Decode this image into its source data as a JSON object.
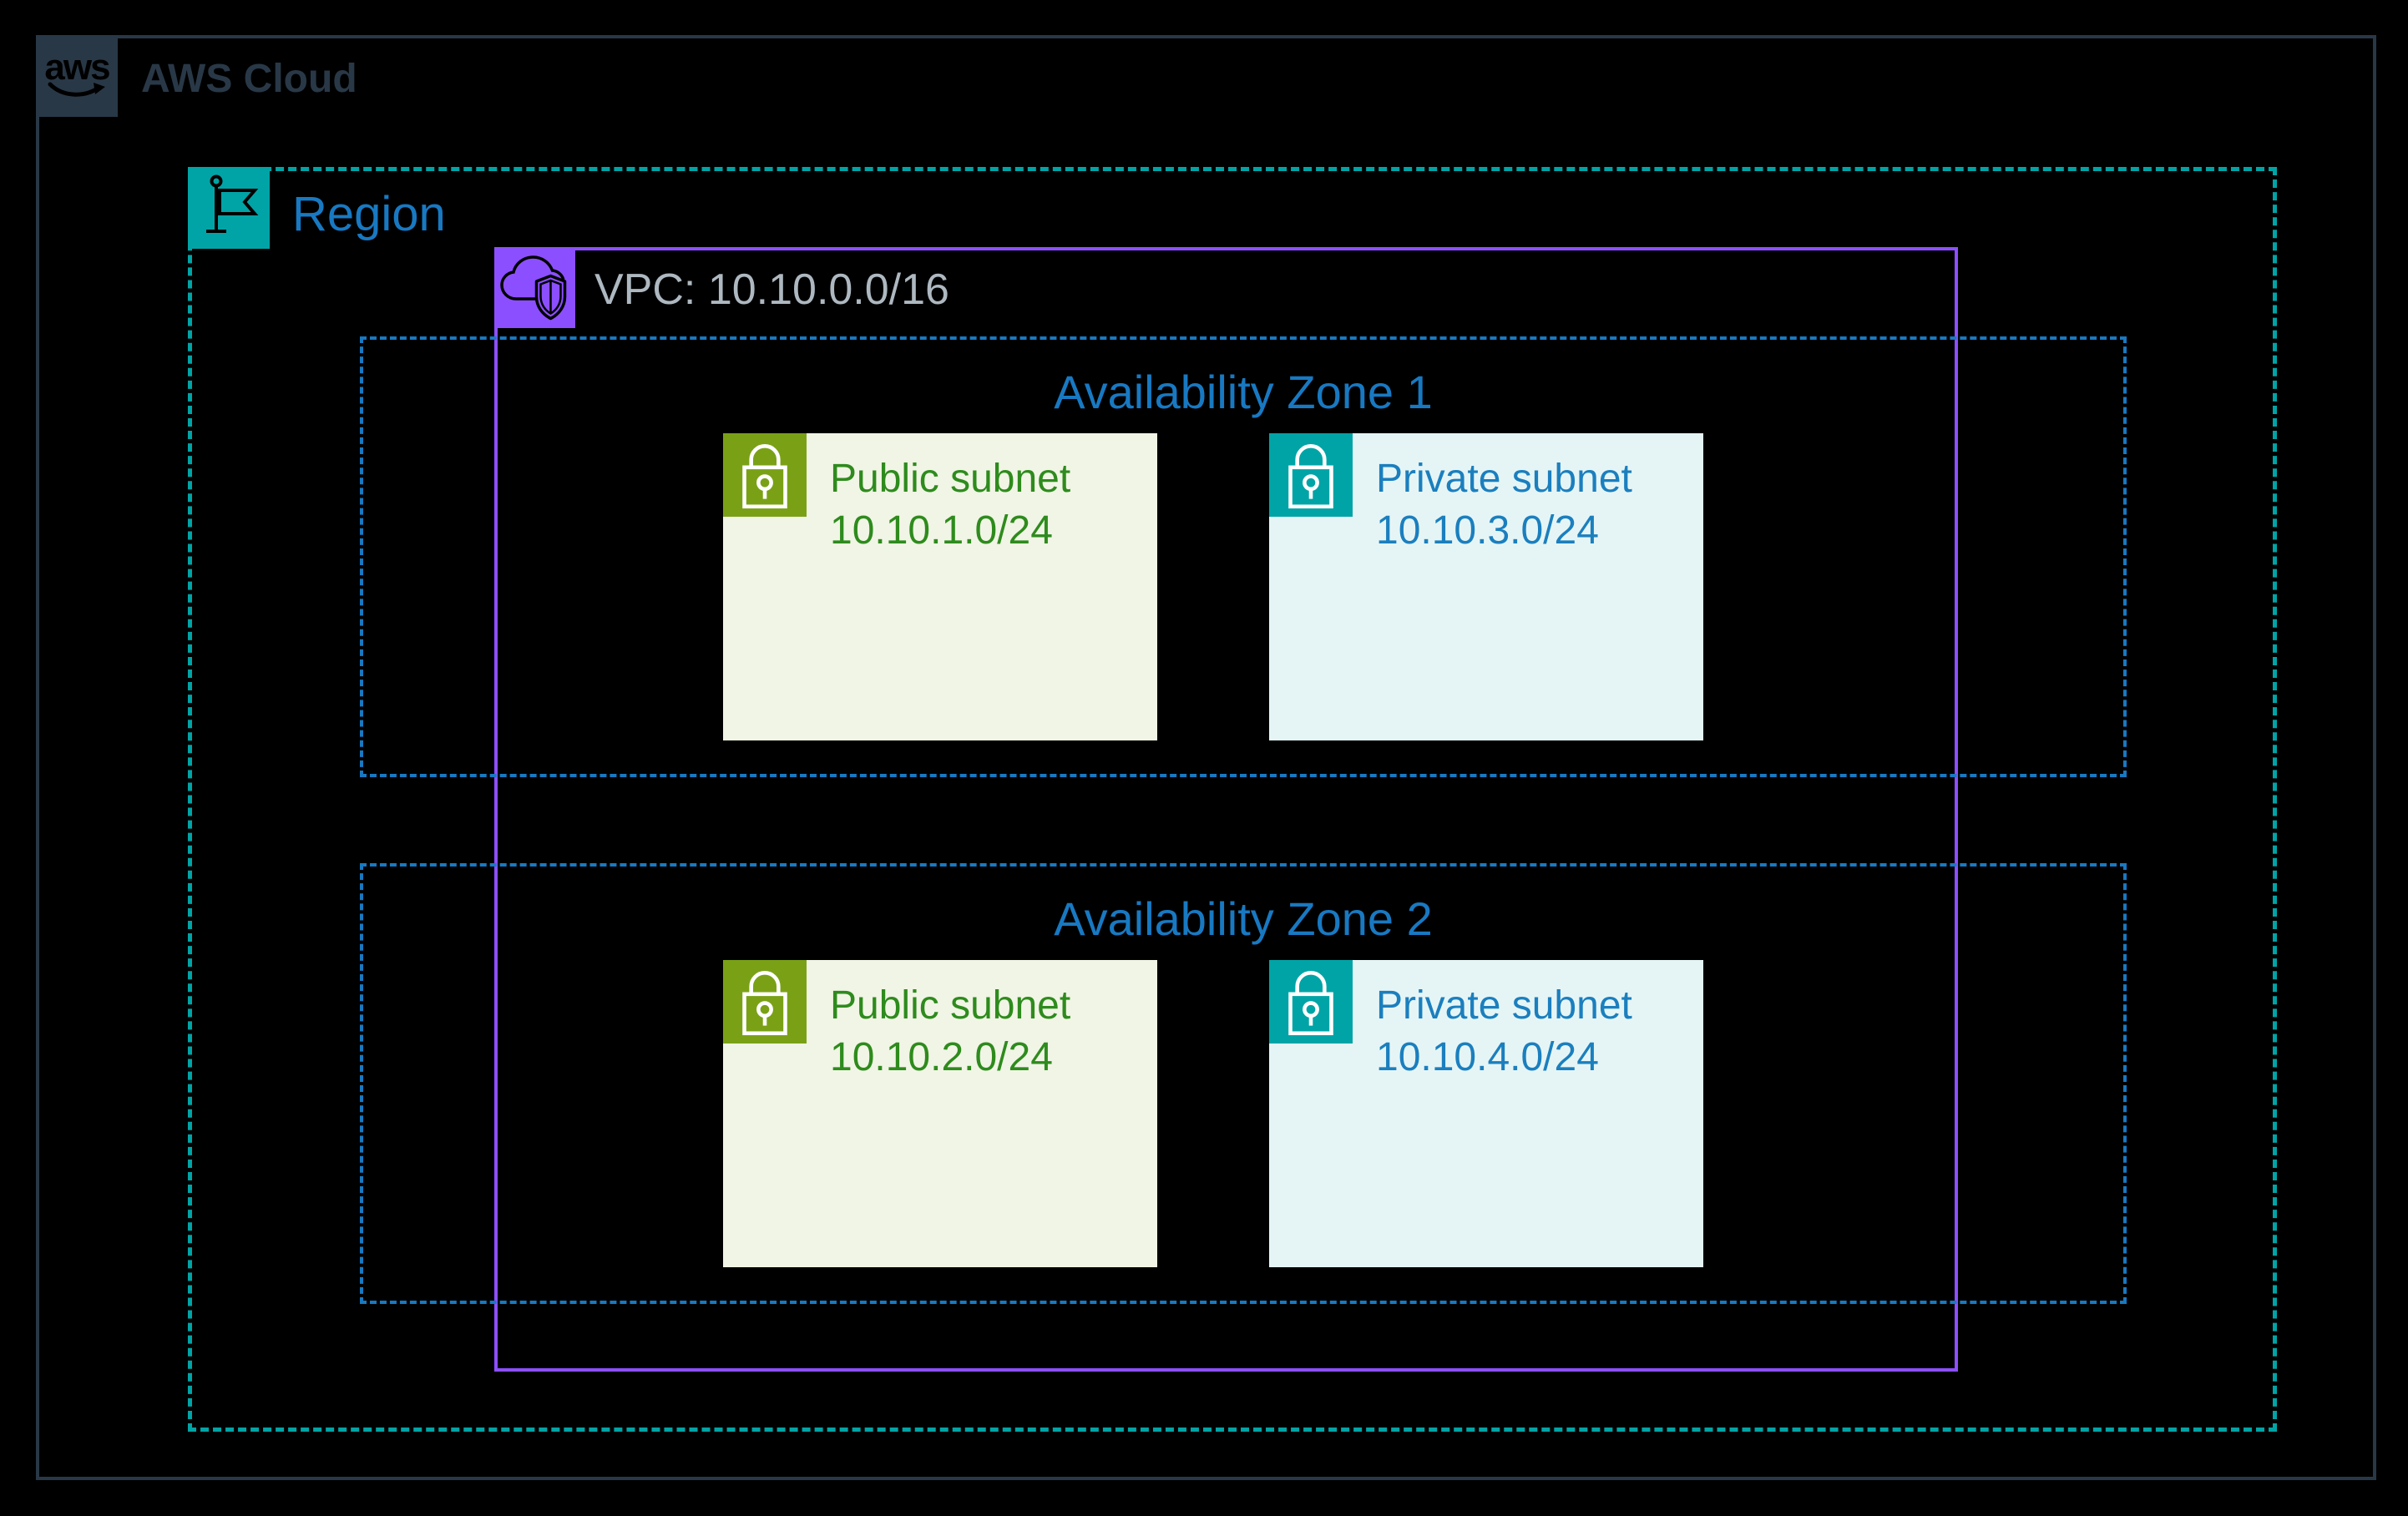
{
  "aws_cloud": {
    "label": "AWS Cloud",
    "logo_text": "aws"
  },
  "region": {
    "label": "Region"
  },
  "vpc": {
    "label": "VPC: 10.10.0.0/16"
  },
  "availability_zones": [
    {
      "label": "Availability Zone 1",
      "subnets": [
        {
          "type": "public",
          "name": "Public subnet",
          "cidr": "10.10.1.0/24"
        },
        {
          "type": "private",
          "name": "Private subnet",
          "cidr": "10.10.3.0/24"
        }
      ]
    },
    {
      "label": "Availability Zone 2",
      "subnets": [
        {
          "type": "public",
          "name": "Public subnet",
          "cidr": "10.10.2.0/24"
        },
        {
          "type": "private",
          "name": "Private subnet",
          "cidr": "10.10.4.0/24"
        }
      ]
    }
  ],
  "colors": {
    "aws_navy": "#293847",
    "region_teal": "#00A4A6",
    "vpc_purple": "#8C4FFF",
    "az_blue": "#1879C2",
    "public_icon_green": "#7AA116",
    "public_text_green": "#2E8B1D",
    "public_bg": "#F1F5E5",
    "private_icon_teal": "#00A4A6",
    "private_text_blue": "#1B7FBE",
    "private_bg": "#E5F5F6",
    "vpc_label_gray": "#AEB8C0",
    "background": "#000000"
  }
}
